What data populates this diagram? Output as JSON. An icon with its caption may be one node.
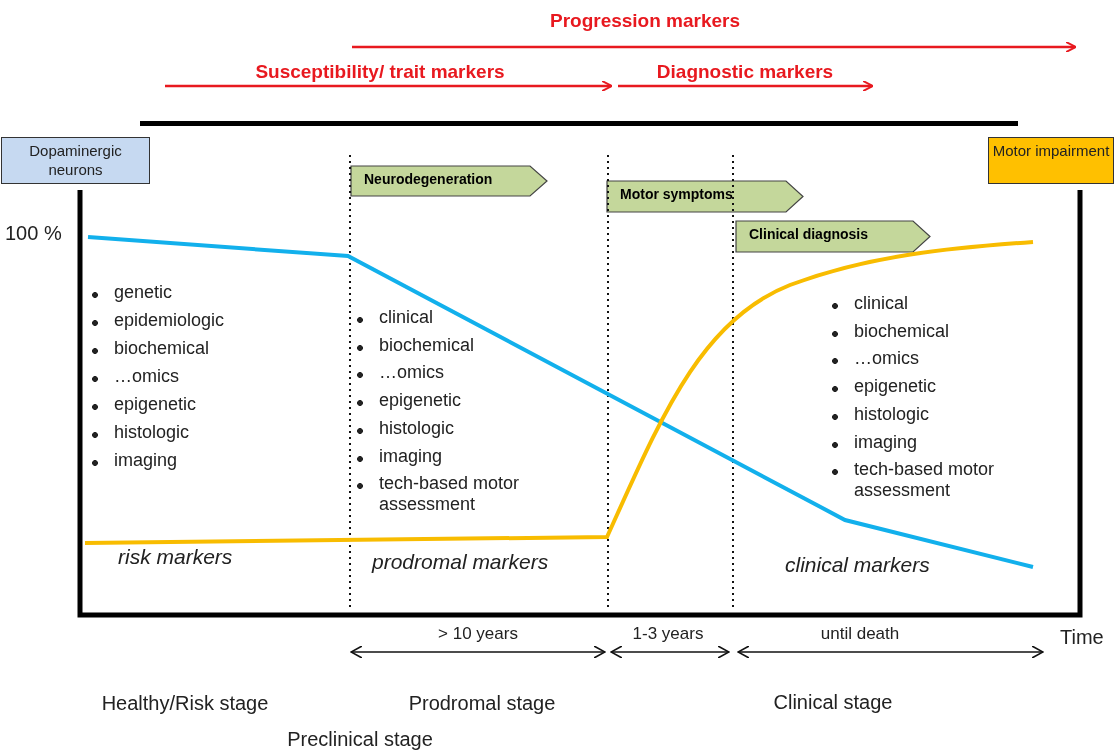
{
  "diagram": {
    "nodes": [
      {
        "text": [
          "Dopaminergic neurons"
        ]
      },
      {
        "text": [
          "Motor impairment"
        ]
      },
      {
        "text": [
          "Neurodegeneration"
        ]
      },
      {
        "text": [
          "Motor symptoms"
        ]
      },
      {
        "text": [
          "Clinical diagnosis"
        ]
      }
    ],
    "labels": [
      "Progression markers",
      "Susceptibility/ trait markers",
      "Diagnostic markers",
      "100 %",
      "genetic",
      "epidemiologic",
      "biochemical",
      "…omics",
      "epigenetic",
      "histologic",
      "imaging",
      "clinical",
      "biochemical",
      "…omics",
      "epigenetic",
      "histologic",
      "imaging",
      "tech-based motor assessment",
      "clinical",
      "biochemical",
      "…omics",
      "epigenetic",
      "histologic",
      "imaging",
      "tech-based motor assessment",
      "risk markers",
      "prodromal markers",
      "clinical markers",
      "> 10 years",
      "1-3 years",
      "until death",
      "Time",
      "Healthy/Risk stage",
      "Prodromal stage",
      "Clinical stage",
      "Preclinical stage"
    ]
  }
}
